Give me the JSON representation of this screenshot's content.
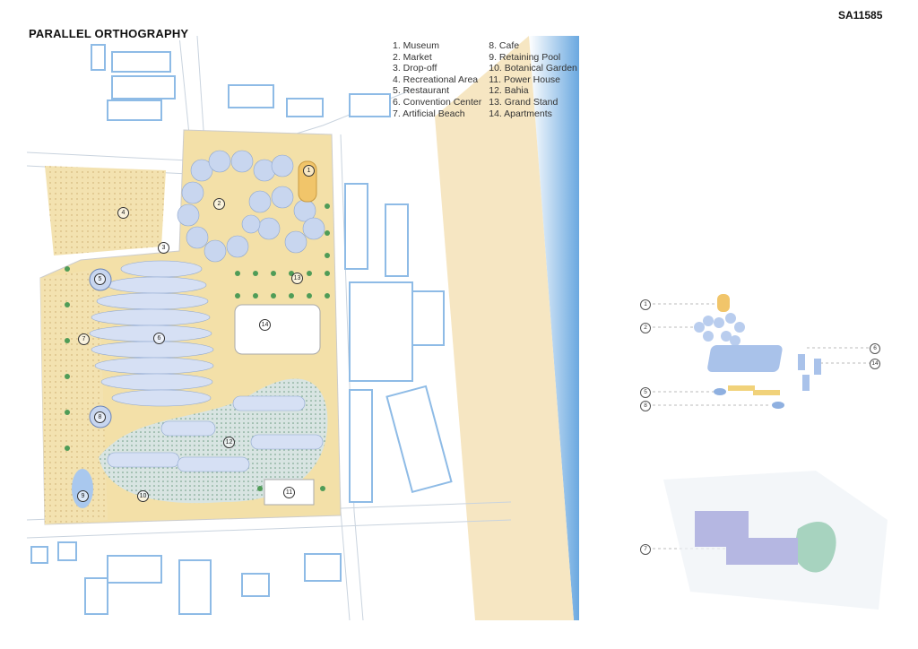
{
  "header": {
    "title": "PARALLEL ORTHOGRAPHY",
    "code": "SA11585"
  },
  "legend": {
    "col1": [
      "1.  Museum",
      "2.  Market",
      "3.  Drop-off",
      "4.  Recreational Area",
      "5.  Restaurant",
      "6.  Convention Center",
      "7.  Artificial Beach"
    ],
    "col2": [
      "8.  Cafe",
      "9.  Retaining Pool",
      "10. Botanical Garden",
      "11. Power House",
      "12. Bahia",
      "13. Grand Stand",
      "14. Apartments"
    ]
  },
  "map_markers": [
    "1",
    "2",
    "3",
    "4",
    "5",
    "6",
    "7",
    "8",
    "9",
    "10",
    "11",
    "12",
    "13",
    "14"
  ],
  "axo_markers": [
    "1",
    "2",
    "6",
    "14",
    "5",
    "8",
    "7"
  ],
  "colors": {
    "sand": "#f3e0a8",
    "building": "#c6d6ee",
    "sea": "#7fb4e4",
    "beach": "#f6e6c2",
    "accent": "#9aa4d8"
  }
}
